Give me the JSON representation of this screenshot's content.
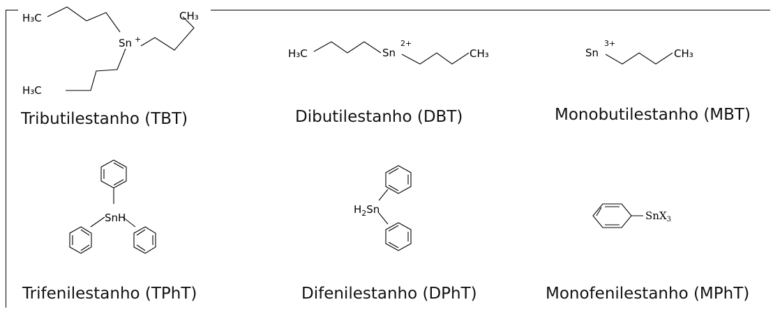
{
  "compounds": [
    {
      "name": "Tributilestanho (TBT)"
    },
    {
      "name": "Dibutilestanho (DBT)"
    },
    {
      "name": "Monobutilestanho (MBT)"
    },
    {
      "name": "Trifenilestanho (TPhT)"
    },
    {
      "name": "Difenilestanho (DPhT)"
    },
    {
      "name": "Monofenilestanho (MPhT)"
    }
  ],
  "atoms": {
    "h3c": "H₃C",
    "h": "H",
    "c": "C",
    "ch3": "CH₃",
    "sn": "Sn",
    "snh": "SnH",
    "h2": "H₂",
    "x": "X",
    "three": "3",
    "plus": "+",
    "two_plus": "2+",
    "three_plus": "3+"
  }
}
